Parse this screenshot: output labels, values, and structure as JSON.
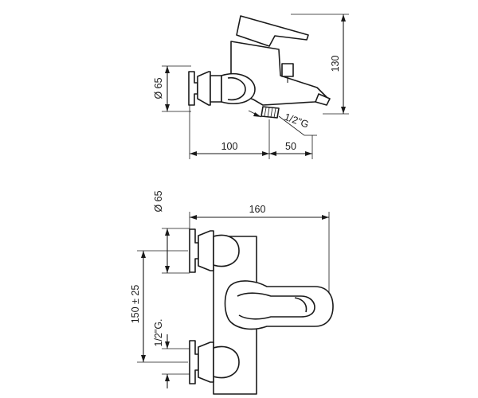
{
  "side_view": {
    "dim_height": "130",
    "dim_diameter": "Ø 65",
    "dim_width_left": "100",
    "dim_width_right": "50",
    "thread_label": "1/2\"G"
  },
  "front_view": {
    "dim_diameter": "Ø 65",
    "dim_width": "160",
    "dim_center_spacing": "150 ± 25",
    "thread_label": "1/2\"G."
  }
}
